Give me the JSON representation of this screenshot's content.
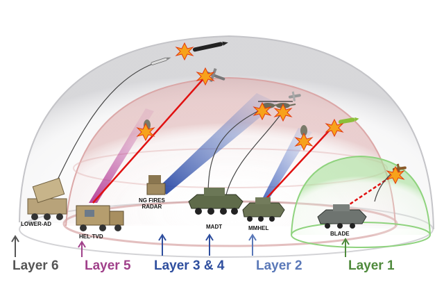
{
  "systems": {
    "lower_ad": "LOWER-AD",
    "hel_tvd": "HEL-TVD",
    "ng_fires_radar_1": "NG FIRES",
    "ng_fires_radar_2": "RADAR",
    "madt": "MADT",
    "mmhel": "MMHEL",
    "blade": "BLADE"
  },
  "layers": {
    "layer6": "Layer 6",
    "layer5": "Layer 5",
    "layer34": "Layer 3 & 4",
    "layer2": "Layer 2",
    "layer1": "Layer 1"
  },
  "colors": {
    "layer6": "#555555",
    "layer5": "#a0408a",
    "layer34": "#2e4e9e",
    "layer2": "#5a78b8",
    "layer1": "#4f8a3c",
    "laser": "#e01010",
    "dome": "#b0b0b0",
    "inner_dome": "#c97a7a",
    "blade_dome": "#7fcf6e"
  },
  "icons": [
    "missile-icon",
    "drone-icon",
    "helicopter-icon",
    "explosion-icon",
    "arrow-up-icon"
  ]
}
